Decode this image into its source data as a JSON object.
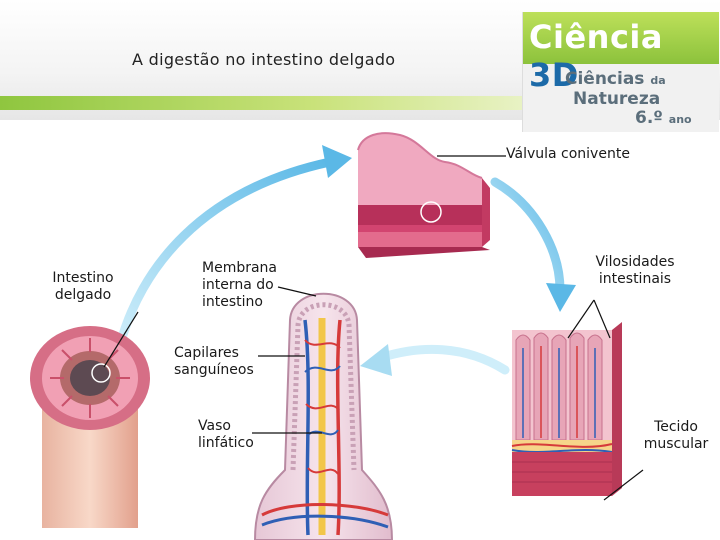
{
  "header": {
    "title": "A digestão no intestino delgado"
  },
  "logo": {
    "brand_main": "Ciência",
    "brand_3d": "3D",
    "line1_main": "Ciências",
    "line1_small": "da",
    "line2": "Natureza",
    "line3_main": "6.º",
    "line3_small": "ano"
  },
  "labels": {
    "valvula": "Válvula conivente",
    "intestino_1": "Intestino",
    "intestino_2": "delgado",
    "membrana_1": "Membrana",
    "membrana_2": "interna do",
    "membrana_3": "intestino",
    "vilosidades_1": "Vilosidades",
    "vilosidades_2": "intestinais",
    "capilares_1": "Capilares",
    "capilares_2": "sanguíneos",
    "vaso_1": "Vaso",
    "vaso_2": "linfático",
    "tecido_1": "Tecido",
    "tecido_2": "muscular"
  },
  "colors": {
    "arrow": "#7cc7ea",
    "tissue_pink": "#e79bb5",
    "muscle_red": "#c8375a",
    "vein_blue": "#2f5fb5",
    "artery_red": "#d63a3a",
    "lymph_yellow": "#f2c64a"
  }
}
